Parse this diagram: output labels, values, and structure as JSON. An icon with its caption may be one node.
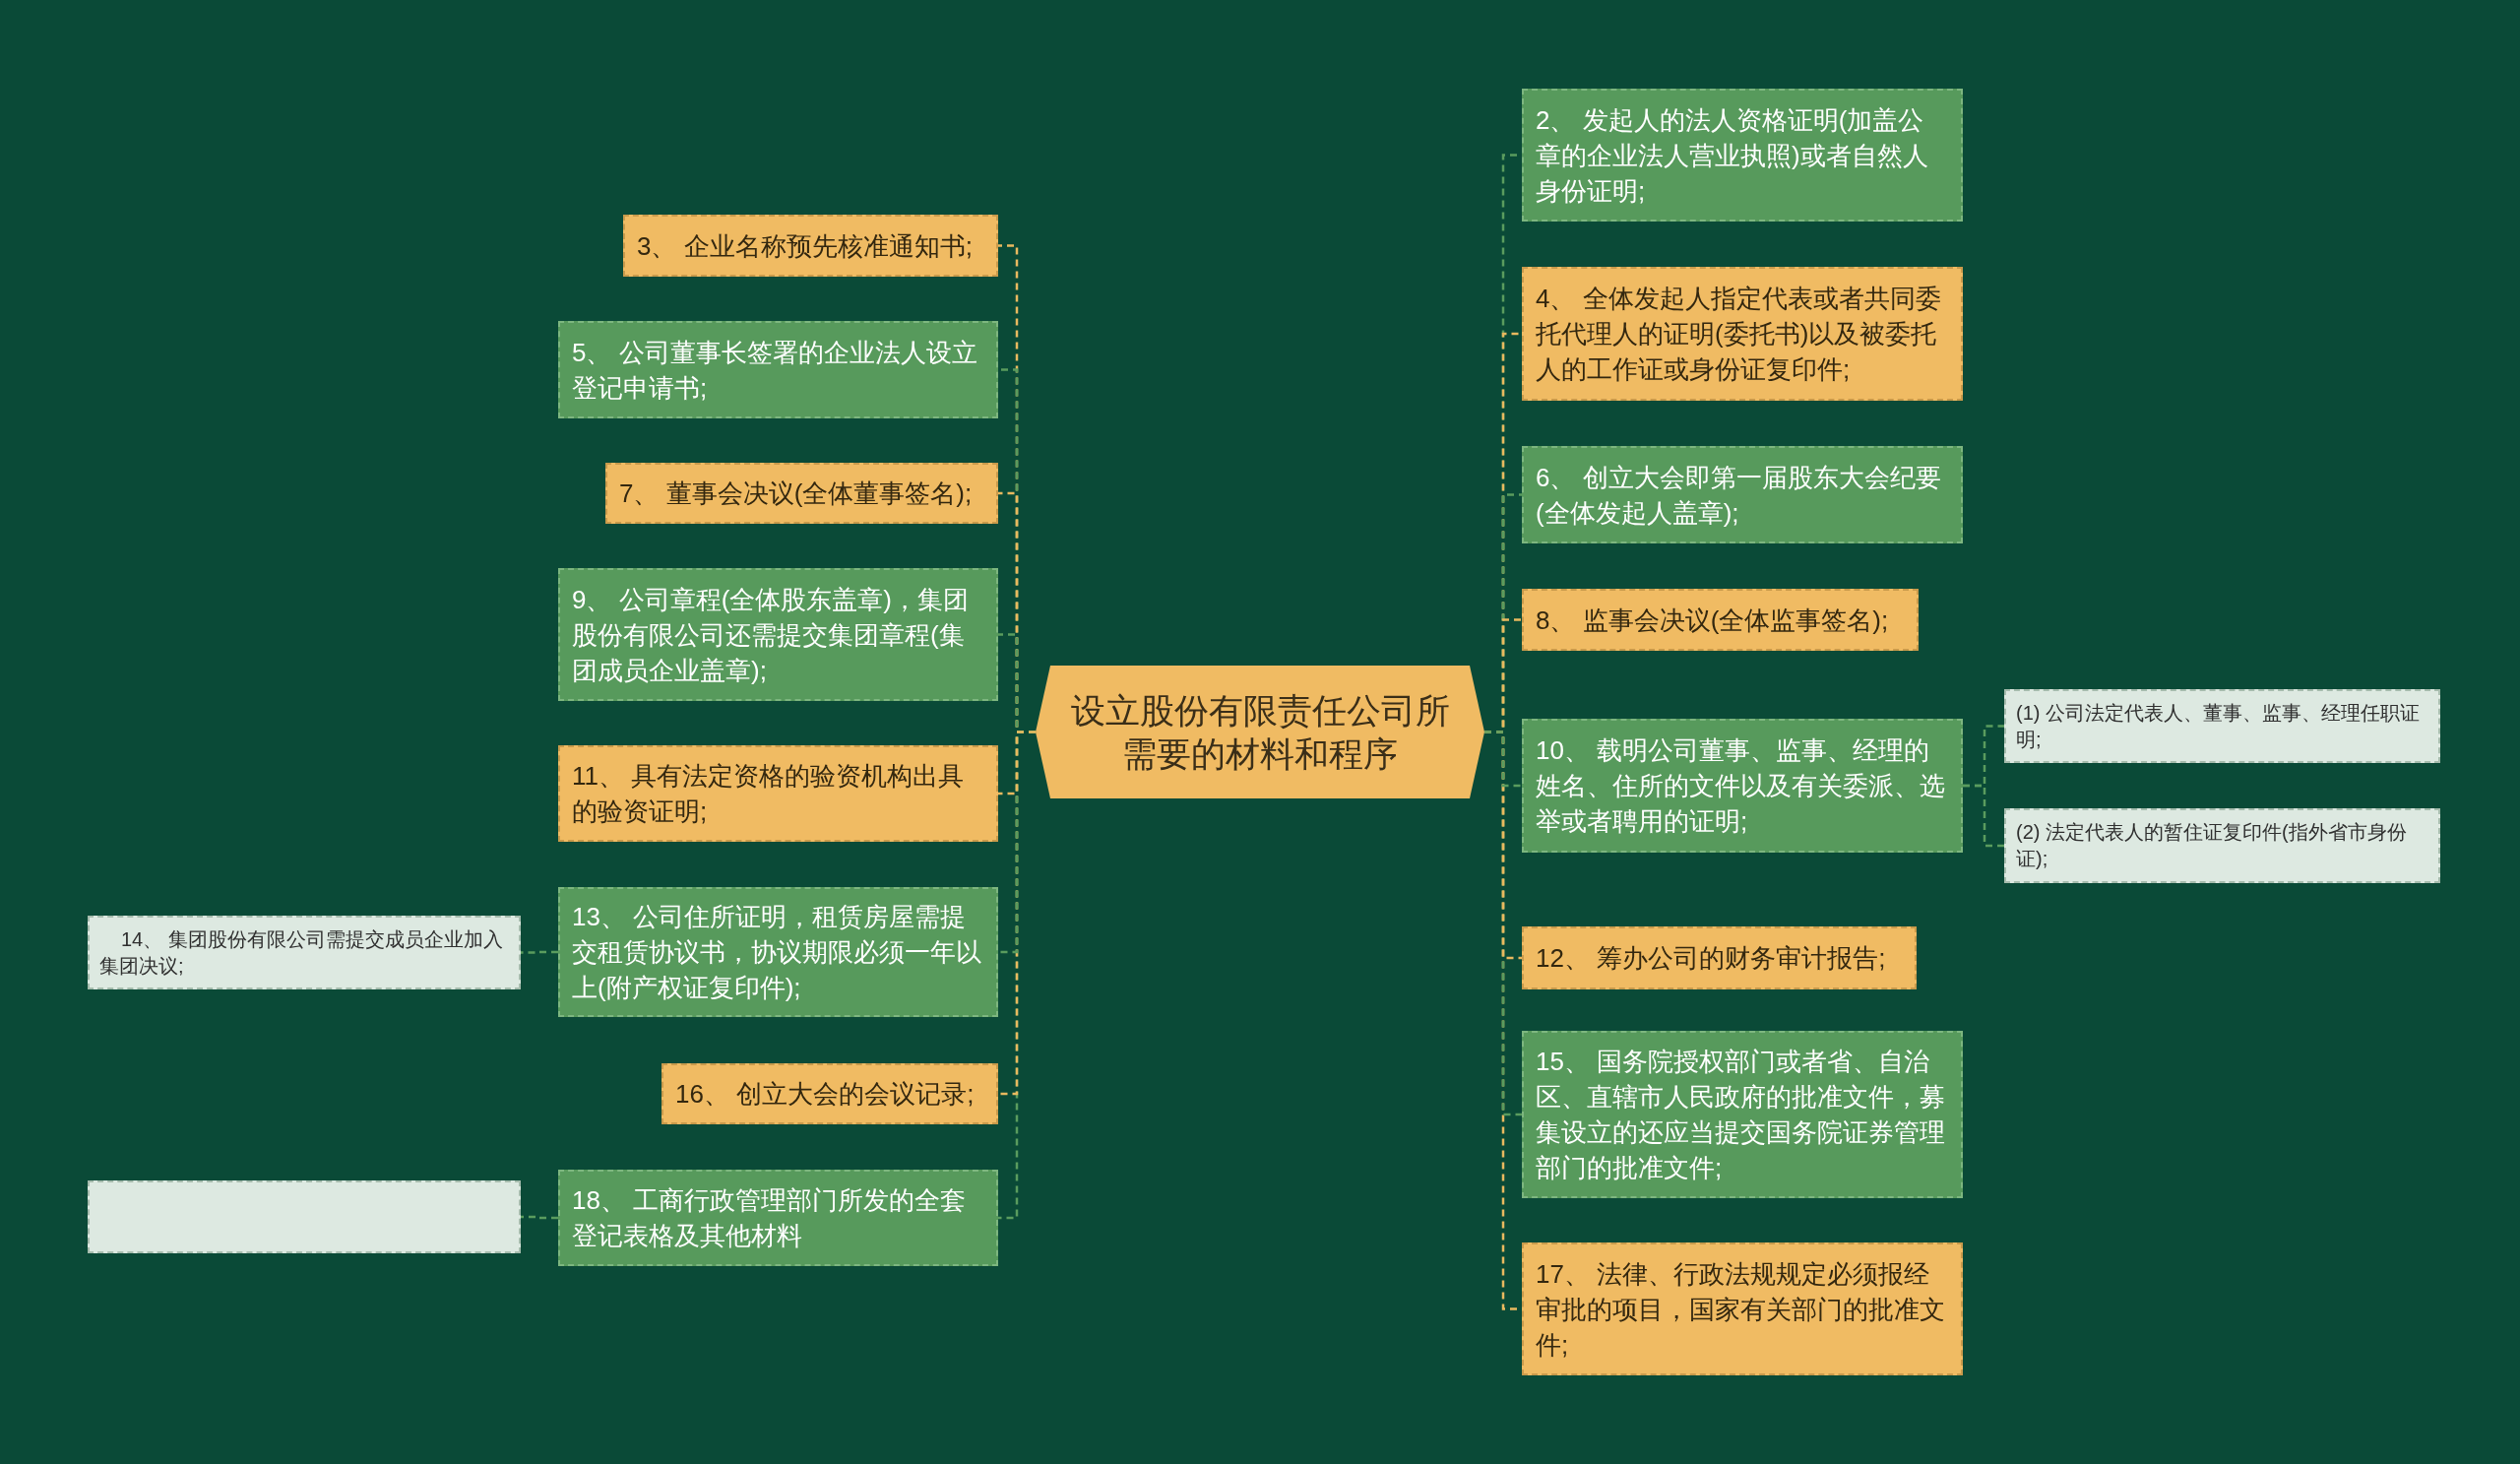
{
  "diagram": {
    "nodes": [
      {
        "text": [
          "设立股份有限责任公司所需要的材料和程序"
        ]
      },
      {
        "text": [
          "3、 企业名称预先核准通知书;"
        ]
      },
      {
        "text": [
          "5、 公司董事长签署的企业法人设立登记申请书;"
        ]
      },
      {
        "text": [
          "7、 董事会决议(全体董事签名);"
        ]
      },
      {
        "text": [
          "9、 公司章程(全体股东盖章)，集团股份有限公司还需提交集团章程(集团成员企业盖章);"
        ]
      },
      {
        "text": [
          "11、 具有法定资格的验资机构出具的验资证明;"
        ]
      },
      {
        "text": [
          "13、 公司住所证明，租赁房屋需提交租赁协议书，协议期限必须一年以上(附产权证复印件);"
        ]
      },
      {
        "text": [
          "14、 集团股份有限公司需提交成员企业加入集团决议;"
        ]
      },
      {
        "text": [
          "16、 创立大会的会议记录;"
        ]
      },
      {
        "text": [
          "18、 工商行政管理部门所发的全套登记表格及其他材料"
        ]
      },
      {
        "text": [],
        "shape": "box"
      },
      {
        "text": [
          "2、 发起人的法人资格证明(加盖公章的企业法人营业执照)或者自然人身份证明;"
        ]
      },
      {
        "text": [
          "4、 全体发起人指定代表或者共同委托代理人的证明(委托书)以及被委托人的工作证或身份证复印件;"
        ]
      },
      {
        "text": [
          "6、 创立大会即第一届股东大会纪要(全体发起人盖章);"
        ]
      },
      {
        "text": [
          "8、 监事会决议(全体监事签名);"
        ]
      },
      {
        "text": [
          "10、 载明公司董事、监事、经理的姓名、住所的文件以及有关委派、选举或者聘用的证明;"
        ]
      },
      {
        "text": [
          "(1) 公司法定代表人、董事、监事、经理任职证明;"
        ]
      },
      {
        "text": [
          "(2) 法定代表人的暂住证复印件(指外省市身份证);"
        ]
      },
      {
        "text": [
          "12、 筹办公司的财务审计报告;"
        ]
      },
      {
        "text": [
          "15、 国务院授权部门或者省、自治区、直辖市人民政府的批准文件，募集设立的还应当提交国务院证券管理部门的批准文件;"
        ]
      },
      {
        "text": [
          "17、 法律、行政法规规定必须报经审批的项目，国家有关部门的批准文件;"
        ]
      }
    ],
    "edges": [
      {
        "from": 0,
        "to": 1,
        "arrow": "none",
        "style": "dashed",
        "color": "#e9b95f"
      },
      {
        "from": 0,
        "to": 2,
        "arrow": "none",
        "style": "dashed"
      },
      {
        "from": 0,
        "to": 3,
        "arrow": "none",
        "style": "dashed",
        "color": "#e9b95f"
      },
      {
        "from": 0,
        "to": 4,
        "arrow": "none",
        "style": "dashed"
      },
      {
        "from": 0,
        "to": 5,
        "arrow": "none",
        "style": "dashed",
        "color": "#e9b95f"
      },
      {
        "from": 0,
        "to": 6,
        "arrow": "none",
        "style": "dashed"
      },
      {
        "from": 6,
        "to": 7,
        "arrow": "none",
        "style": "dashed"
      },
      {
        "from": 0,
        "to": 8,
        "arrow": "none",
        "style": "dashed",
        "color": "#e9b95f"
      },
      {
        "from": 0,
        "to": 9,
        "arrow": "none",
        "style": "dashed"
      },
      {
        "from": 9,
        "to": 10,
        "arrow": "none",
        "style": "dashed"
      },
      {
        "from": 0,
        "to": 11,
        "arrow": "none",
        "style": "dashed"
      },
      {
        "from": 0,
        "to": 12,
        "arrow": "none",
        "style": "dashed",
        "color": "#e9b95f"
      },
      {
        "from": 0,
        "to": 13,
        "arrow": "none",
        "style": "dashed"
      },
      {
        "from": 0,
        "to": 14,
        "arrow": "none",
        "style": "dashed",
        "color": "#e9b95f"
      },
      {
        "from": 0,
        "to": 15,
        "arrow": "none",
        "style": "dashed"
      },
      {
        "from": 15,
        "to": 16,
        "arrow": "none",
        "style": "dashed"
      },
      {
        "from": 15,
        "to": 17,
        "arrow": "none",
        "style": "dashed"
      },
      {
        "from": 0,
        "to": 18,
        "arrow": "none",
        "style": "dashed",
        "color": "#e9b95f"
      },
      {
        "from": 0,
        "to": 19,
        "arrow": "none",
        "style": "dashed"
      },
      {
        "from": 0,
        "to": 20,
        "arrow": "none",
        "style": "dashed",
        "color": "#e9b95f"
      }
    ]
  }
}
